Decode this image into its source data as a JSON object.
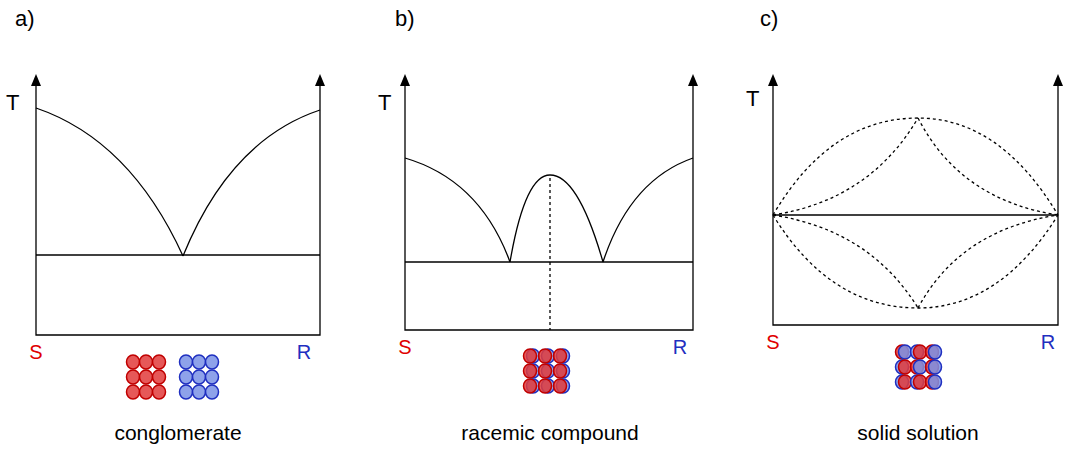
{
  "diagram": {
    "labels": [
      "a)",
      "b)",
      "c)",
      "T",
      "T",
      "T",
      "S",
      "R",
      "S",
      "R",
      "S",
      "R",
      "conglomerate",
      "racemic compound",
      "solid solution"
    ]
  }
}
